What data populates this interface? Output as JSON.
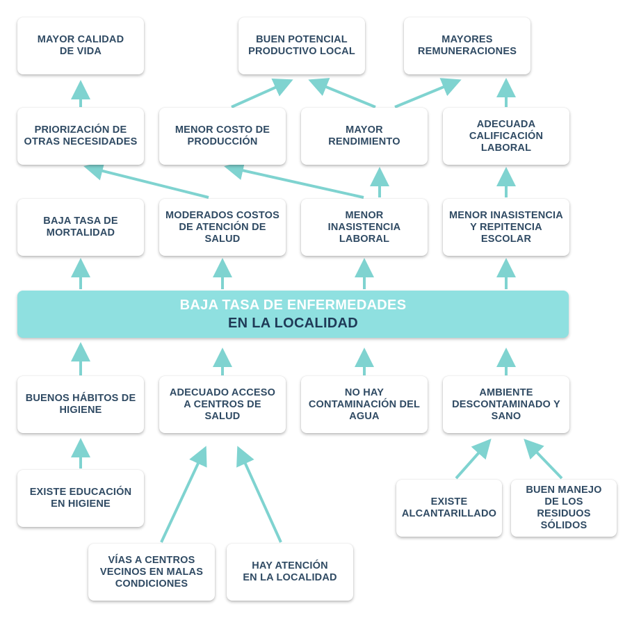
{
  "colors": {
    "arrow": "#7fd3d0",
    "central_bg": "#8fe0e0",
    "text": "#2f4a63"
  },
  "central": {
    "line1": "BAJA TASA DE ENFERMEDADES",
    "line2": "EN LA LOCALIDAD"
  },
  "nodes": {
    "mayor_calidad": "MAYOR CALIDAD\nDE VIDA",
    "buen_potencial": "BUEN POTENCIAL\nPRODUCTIVO LOCAL",
    "mayores_remuneraciones": "MAYORES\nREMUNERACIONES",
    "priorizacion": "PRIORIZACIÓN DE\nOTRAS NECESIDADES",
    "menor_costo": "MENOR COSTO DE\nPRODUCCIÓN",
    "mayor_rendimiento": "MAYOR\nRENDIMIENTO",
    "adecuada_calificacion": "ADECUADA\nCALIFICACIÓN\nLABORAL",
    "baja_mortalidad": "BAJA TASA DE\nMORTALIDAD",
    "moderados_costos": "MODERADOS COSTOS\nDE ATENCIÓN DE\nSALUD",
    "menor_inasistencia_laboral": "MENOR\nINASISTENCIA\nLABORAL",
    "menor_inasistencia_escolar": "MENOR INASISTENCIA\nY REPITENCIA\nESCOLAR",
    "buenos_habitos": "BUENOS HÁBITOS DE\nHIGIENE",
    "adecuado_acceso": "ADECUADO ACCESO\nA CENTROS DE\nSALUD",
    "no_contaminacion": "NO HAY\nCONTAMINACIÓN DEL\nAGUA",
    "ambiente": "AMBIENTE\nDESCONTAMINADO Y\nSANO",
    "existe_educacion": "EXISTE EDUCACIÓN\nEN HIGIENE",
    "vias": "VÍAS A CENTROS\nVECINOS EN MALAS\nCONDICIONES",
    "hay_atencion": "HAY ATENCIÓN\nEN LA LOCALIDAD",
    "existe_alcantarillado": "EXISTE\nALCANTARILLADO",
    "buen_manejo": "BUEN MANEJO\nDE LOS\nRESIDUOS\nSÓLIDOS"
  }
}
